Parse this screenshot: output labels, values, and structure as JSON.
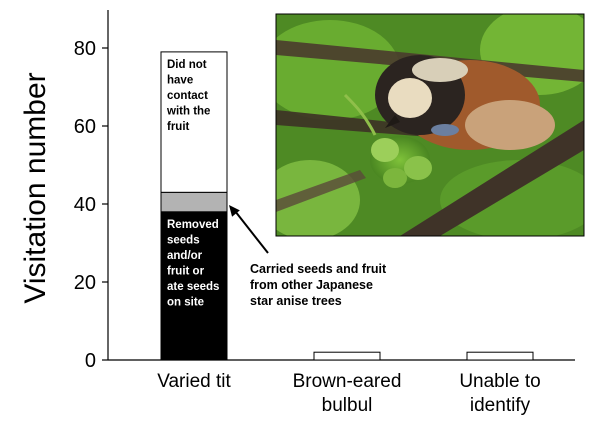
{
  "chart_data": {
    "type": "bar",
    "stacked": true,
    "ylabel": "Visitation number",
    "xlabel": "",
    "ylim": [
      0,
      90
    ],
    "yticks": [
      0,
      20,
      40,
      60,
      80
    ],
    "categories": [
      "Varied tit",
      "Brown-eared bulbul",
      "Unable to identify"
    ],
    "category_lines": [
      [
        "Varied tit"
      ],
      [
        "Brown-eared",
        "bulbul"
      ],
      [
        "Unable to",
        "identify"
      ]
    ],
    "series": [
      {
        "name": "Removed seeds and/or fruit or ate seeds on site",
        "label_lines": [
          "Removed",
          "seeds",
          "and/or",
          "fruit or",
          "ate seeds",
          "on site"
        ],
        "values": [
          38,
          0,
          0
        ],
        "color": "#000000",
        "text_color": "#ffffff"
      },
      {
        "name": "Carried seeds and fruit from other Japanese star anise trees",
        "values": [
          5,
          0,
          0
        ],
        "color": "#b3b3b3"
      },
      {
        "name": "Did not have contact with the fruit",
        "label_lines": [
          "Did not",
          "have",
          "contact",
          "with the",
          "fruit"
        ],
        "values": [
          36,
          2,
          2
        ],
        "color": "#ffffff",
        "text_color": "#000000"
      }
    ],
    "annotation": {
      "lines": [
        "Carried seeds and fruit",
        "from other Japanese",
        "star anise trees"
      ],
      "target_series": 1,
      "target_category": 0
    },
    "grid": false,
    "legend": "none",
    "inset_photo": "varied tit eating Japanese star anise fruit on a branch"
  }
}
